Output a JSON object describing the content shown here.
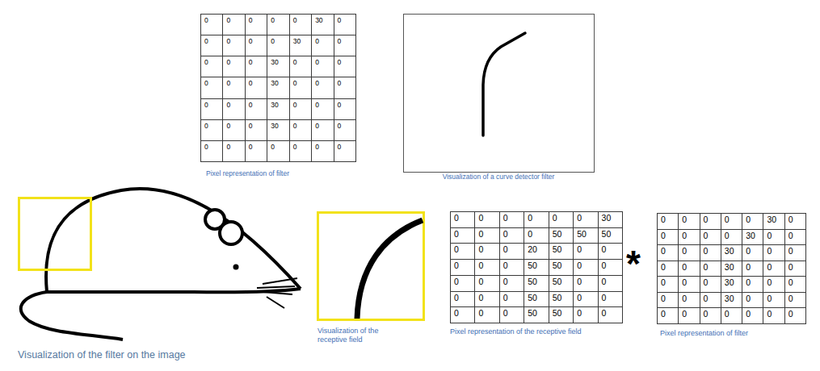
{
  "diagram": {
    "labels": [
      "0",
      "0",
      "0",
      "0",
      "0",
      "30",
      "0",
      "0",
      "0",
      "0",
      "0",
      "30",
      "0",
      "0",
      "0",
      "0",
      "0",
      "30",
      "0",
      "0",
      "0",
      "0",
      "0",
      "0",
      "30",
      "0",
      "0",
      "0",
      "0",
      "0",
      "0",
      "30",
      "0",
      "0",
      "0",
      "0",
      "0",
      "0",
      "30",
      "0",
      "0",
      "0",
      "0",
      "0",
      "0",
      "0",
      "0",
      "0",
      "0",
      "Pixel representation of filter",
      "Visualization of a curve detector filter",
      "Visualization of the filter on the image",
      "Visualization of the receptive field",
      "0",
      "0",
      "0",
      "0",
      "0",
      "0",
      "30",
      "0",
      "0",
      "0",
      "0",
      "50",
      "50",
      "50",
      "0",
      "0",
      "0",
      "20",
      "50",
      "0",
      "0",
      "0",
      "0",
      "0",
      "50",
      "50",
      "0",
      "0",
      "0",
      "0",
      "0",
      "50",
      "50",
      "0",
      "0",
      "0",
      "0",
      "0",
      "50",
      "50",
      "0",
      "0",
      "0",
      "0",
      "0",
      "50",
      "50",
      "0",
      "0",
      "Pixel representation of the receptive field",
      "*",
      "0",
      "0",
      "0",
      "0",
      "0",
      "30",
      "0",
      "0",
      "0",
      "0",
      "0",
      "30",
      "0",
      "0",
      "0",
      "0",
      "0",
      "30",
      "0",
      "0",
      "0",
      "0",
      "0",
      "0",
      "30",
      "0",
      "0",
      "0",
      "0",
      "0",
      "0",
      "30",
      "0",
      "0",
      "0",
      "0",
      "0",
      "0",
      "30",
      "0",
      "0",
      "0",
      "0",
      "0",
      "0",
      "0",
      "0",
      "0",
      "0",
      "Pixel representation of filter"
    ]
  }
}
